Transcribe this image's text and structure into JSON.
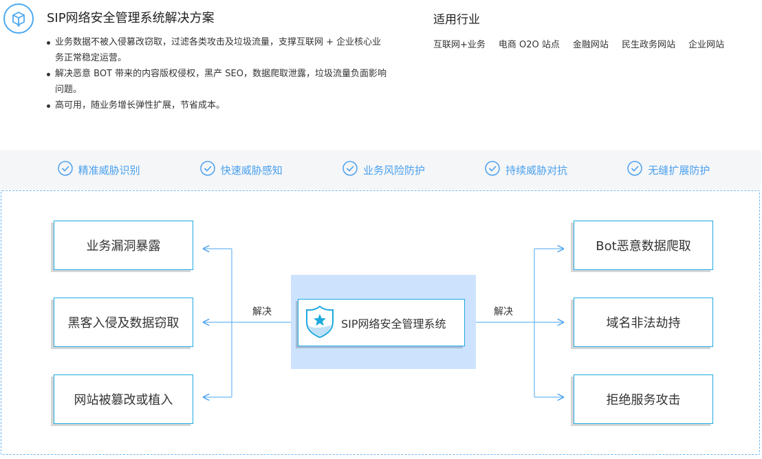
{
  "header": {
    "title": "SIP网络安全管理系统解决方案",
    "bullets": [
      "业务数据不被入侵篡改窃取，过滤各类攻击及垃圾流量，支撑互联网 + 企业核心业务正常稳定运营。",
      "解决恶意 BOT 带来的内容版权侵权，黑产 SEO，数据爬取泄露，垃圾流量负面影响问题。",
      "高可用，随业务增长弹性扩展，节省成本。"
    ]
  },
  "industries": {
    "title": "适用行业",
    "items": [
      "互联网+业务",
      "电商 O2O 站点",
      "金融网站",
      "民生政务网站",
      "企业网站"
    ]
  },
  "features": [
    "精准威胁识别",
    "快速威胁感知",
    "业务风险防护",
    "持续威胁对抗",
    "无缝扩展防护"
  ],
  "diagram": {
    "left": [
      "业务漏洞暴露",
      "黑客入侵及数据窃取",
      "网站被篡改或植入"
    ],
    "right": [
      "Bot恶意数据爬取",
      "域名非法劫持",
      "拒绝服务攻击"
    ],
    "core": "SIP网络安全管理系统",
    "left_label": "解决",
    "right_label": "解决"
  },
  "colors": {
    "accent": "#4aa0ee",
    "border": "#1ca9e0",
    "highlight": "#cde3fd"
  }
}
